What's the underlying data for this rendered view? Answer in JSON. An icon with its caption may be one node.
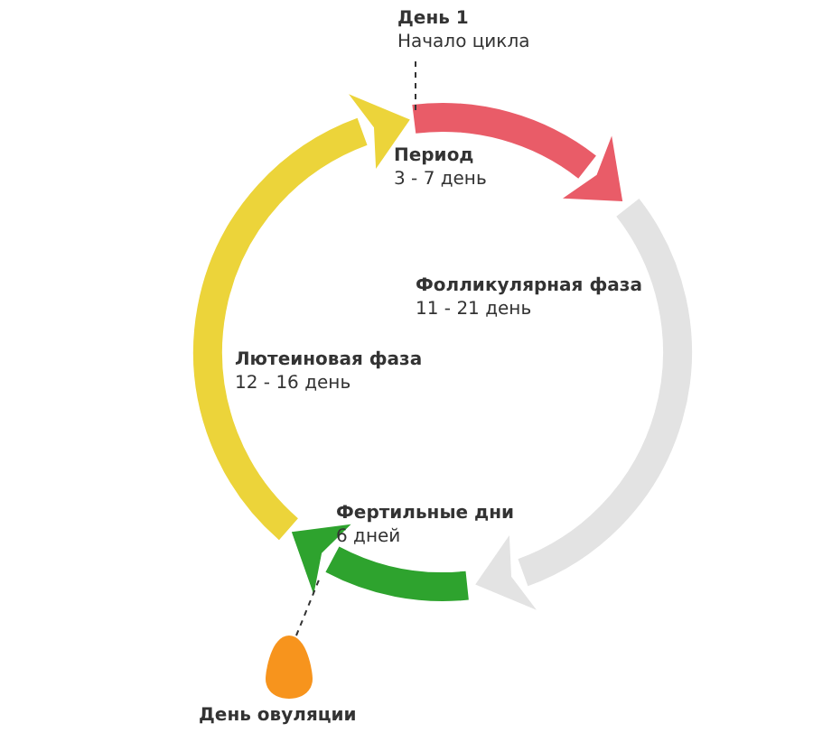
{
  "diagram": {
    "nodes": [
      {
        "text": [
          "День 1",
          "Начало цикла"
        ]
      },
      {
        "text": [],
        "shape": "oval",
        "beside": [
          "День овуляции"
        ]
      }
    ],
    "edges": [
      {
        "from": 0,
        "to": null,
        "arrow": "none",
        "style": "dashed"
      },
      {
        "from": 1,
        "to": null,
        "arrow": "none",
        "style": "dashed"
      }
    ],
    "labels": [
      "Период",
      "3 - 7 день",
      "Фолликулярная фаза",
      "11 - 21 день",
      "Лютеиновая фаза",
      "12 - 16 день",
      "Фертильные дни",
      "6 дней"
    ]
  }
}
